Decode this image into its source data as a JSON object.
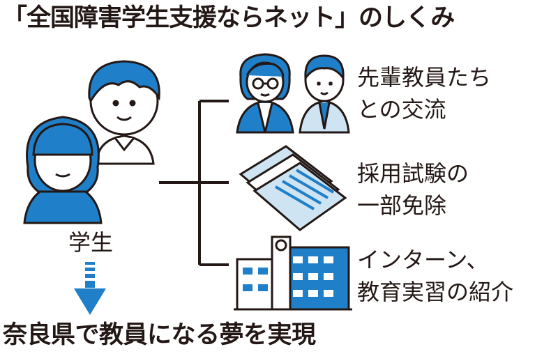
{
  "title": "「全国障害学生支援ならネット」のしくみ",
  "student_label": "学生",
  "items": [
    {
      "line1": "先輩教員たち",
      "line2": "との交流"
    },
    {
      "line1": "採用試験の",
      "line2": "一部免除"
    },
    {
      "line1": "インターン、",
      "line2": "教育実習の紹介"
    }
  ],
  "result": "奈良県で教員になる夢を実現",
  "colors": {
    "accent": "#1f7fc8",
    "ink": "#231815",
    "light": "#cfe4f3"
  },
  "icons": [
    "student-boy-icon",
    "student-girl-icon",
    "teacher-woman-icon",
    "teacher-man-icon",
    "document-stack-icon",
    "school-building-icon",
    "down-arrow-icon"
  ]
}
